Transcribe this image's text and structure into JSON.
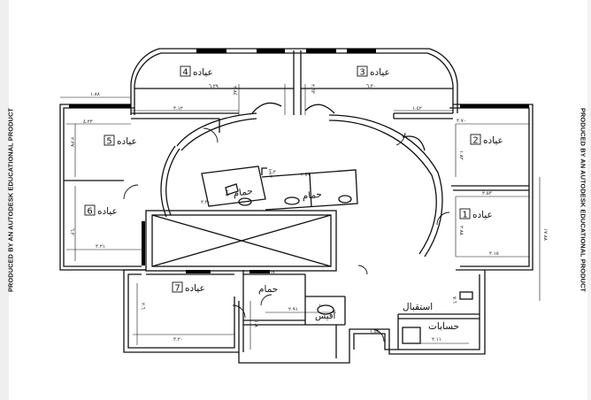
{
  "watermark": {
    "left": "PRODUCED BY AN AUTODESK EDUCATIONAL PRODUCT",
    "right": "PRODUCED BY AN AUTODESK EDUCATIONAL PRODUCT"
  },
  "rooms": {
    "clinic_4": {
      "word": "عياده",
      "num": "4"
    },
    "clinic_3": {
      "word": "عياده",
      "num": "3"
    },
    "clinic_5": {
      "word": "عياده",
      "num": "5"
    },
    "clinic_2": {
      "word": "عياده",
      "num": "2"
    },
    "clinic_6": {
      "word": "عياده",
      "num": "6"
    },
    "clinic_1": {
      "word": "عياده",
      "num": "1"
    },
    "clinic_7": {
      "word": "عياده",
      "num": "7"
    },
    "bath_a": "حمام",
    "bath_b": "حمام",
    "bath_c": "حمام",
    "office": "أفيس",
    "reception": "استقبال",
    "accounts": "حسابات"
  },
  "dimensions": {
    "d_188": "١.٨٨",
    "d_629": "٦.٢٩",
    "d_284": "٢.٨٤",
    "d_263": "٢.٦٣",
    "d_630": "٦.٣٠",
    "d_312": "٣.١٢",
    "d_142": "١.٤٢",
    "d_423": "٤.٢٣",
    "d_237": "٢.٣٧",
    "d_370": "٣.٧٠",
    "d_182": "١.٨٢",
    "d_257": "٢.٥٧",
    "d_230": "٢.٣٠",
    "d_253": "٢.٥٣",
    "d_15": "١.٥",
    "d_13": "١.٣",
    "d_113": "١.١٣",
    "d_63": "٦.٣",
    "d_321": "٣.٢١",
    "d_288": "٢.٨٨",
    "d_315": "٣.١٥",
    "d_1788": "١٧.٨٨",
    "d_167": "١.٦٧",
    "d_26": "٢.٦",
    "d_18": "١.٨",
    "d_100": "١.٠٠",
    "d_76": "٧.٦",
    "d_291": "٢.٩١",
    "d_320": "٣.٢٠",
    "d_211": "٢.١١",
    "d_154": "١.٥٤"
  }
}
